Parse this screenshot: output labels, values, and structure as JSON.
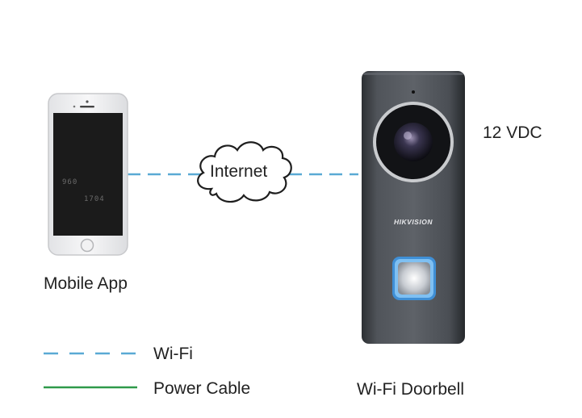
{
  "diagram": {
    "cloud_label": "Internet",
    "phone": {
      "caption": "Mobile App",
      "screen_numbers": [
        "960",
        "1704"
      ]
    },
    "doorbell": {
      "caption": "Wi-Fi Doorbell",
      "brand": "HIKVISION",
      "power_label": "12 VDC"
    },
    "legend": {
      "items": [
        {
          "label": "Wi-Fi",
          "style": "dashed",
          "color": "#5aaad4"
        },
        {
          "label": "Power Cable",
          "style": "solid",
          "color": "#2e9a4a"
        }
      ]
    }
  }
}
